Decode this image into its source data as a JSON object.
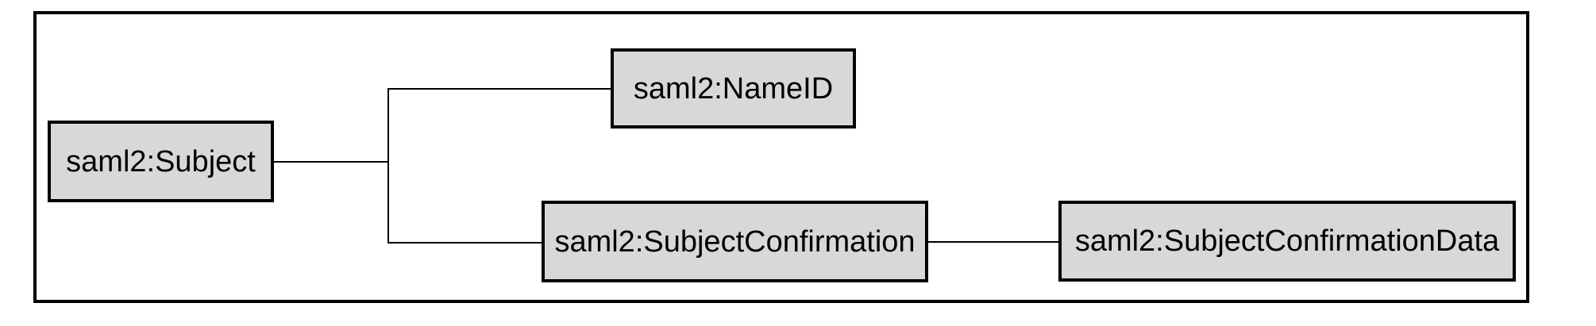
{
  "diagram": {
    "type": "tree",
    "nodes": [
      {
        "id": "saml2-subject",
        "label": "saml2:Subject"
      },
      {
        "id": "saml2-nameid",
        "label": "saml2:NameID"
      },
      {
        "id": "saml2-subject-confirmation",
        "label": "saml2:SubjectConfirmation"
      },
      {
        "id": "saml2-subject-confirmation-data",
        "label": "saml2:SubjectConfirmationData"
      }
    ],
    "edges": [
      {
        "from": "saml2:Subject",
        "to": "saml2:NameID"
      },
      {
        "from": "saml2:Subject",
        "to": "saml2:SubjectConfirmation"
      },
      {
        "from": "saml2:SubjectConfirmation",
        "to": "saml2:SubjectConfirmationData"
      }
    ],
    "colors": {
      "node_fill": "#d8d8d8",
      "node_border": "#000000",
      "connector": "#000000",
      "frame_border": "#000000",
      "background": "#ffffff"
    }
  }
}
